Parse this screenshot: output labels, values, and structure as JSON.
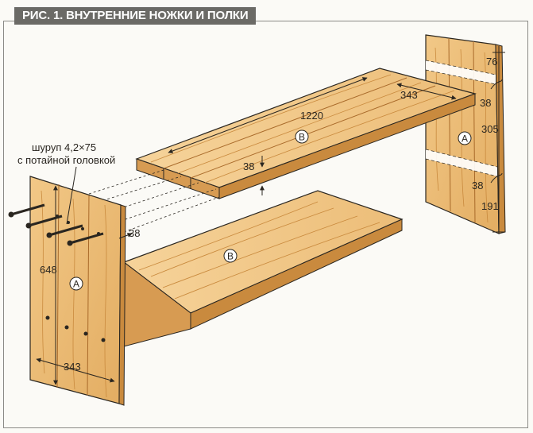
{
  "figure": {
    "title": "РИС. 1. ВНУТРЕННИЕ НОЖКИ И ПОЛКИ"
  },
  "callout": {
    "line1": "шуруп 4,2×75",
    "line2": "с потайной головкой"
  },
  "parts": {
    "leg": "A",
    "shelf": "B"
  },
  "dimensions": {
    "upper_shelf_length": "1220",
    "upper_shelf_width": "343",
    "upper_shelf_thickness": "38",
    "leg_height": "648",
    "leg_width": "343",
    "leg_thickness": "38",
    "top_offset": "76",
    "upper_slot": "38",
    "slot_spacing": "305",
    "lower_slot": "38",
    "bottom_offset": "191"
  },
  "colors": {
    "wood_face": "#e9b872",
    "wood_light": "#f4cf93",
    "wood_edge": "#c98a3e",
    "wood_dark": "#a96a2a",
    "outline": "#2a2620",
    "title_bg": "#6b6a66"
  }
}
